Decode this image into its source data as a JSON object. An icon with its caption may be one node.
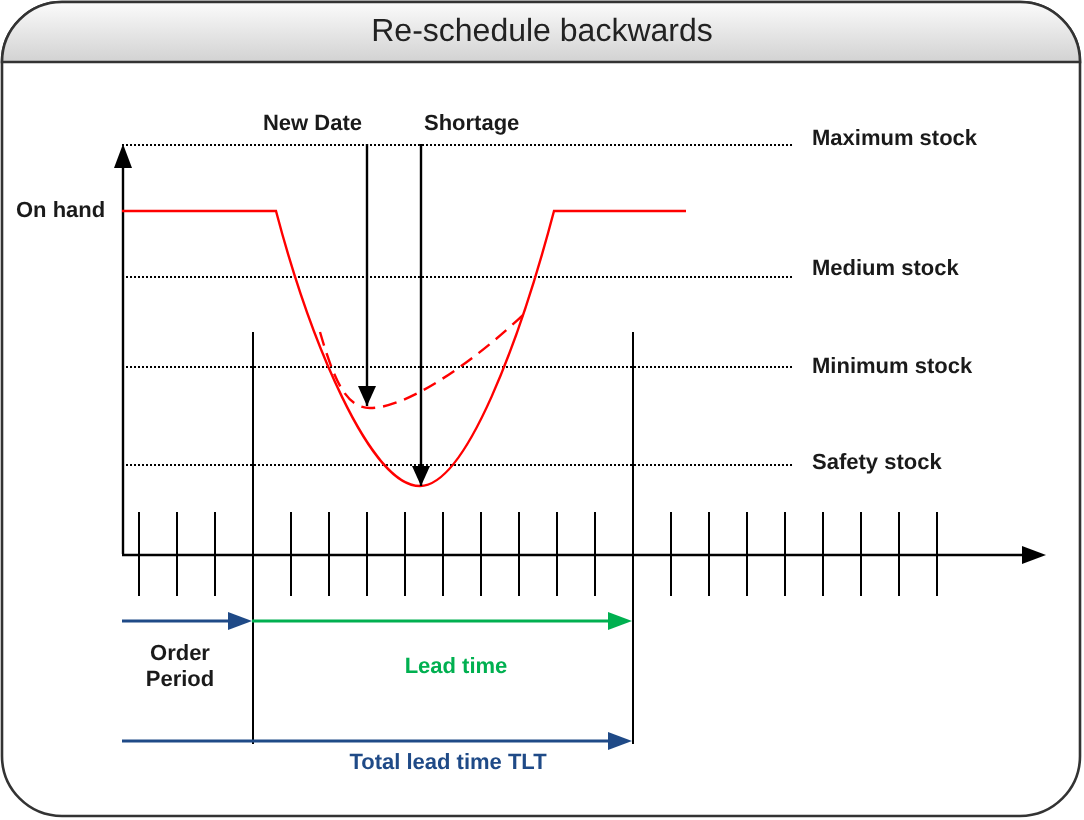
{
  "diagram": {
    "title": "Re-schedule backwards",
    "nodes": [
      {
        "text": [
          "New Date"
        ]
      },
      {
        "text": [
          "Shortage"
        ]
      }
    ],
    "edges": [
      {
        "from": 0,
        "to": null,
        "arrow": "to"
      },
      {
        "from": 1,
        "to": null,
        "arrow": "to"
      }
    ],
    "labels": [
      "Maximum stock",
      "On hand",
      "Medium stock",
      "Minimum stock",
      "Safety stock",
      "Order Period",
      "Lead time",
      "Total lead time TLT"
    ]
  }
}
